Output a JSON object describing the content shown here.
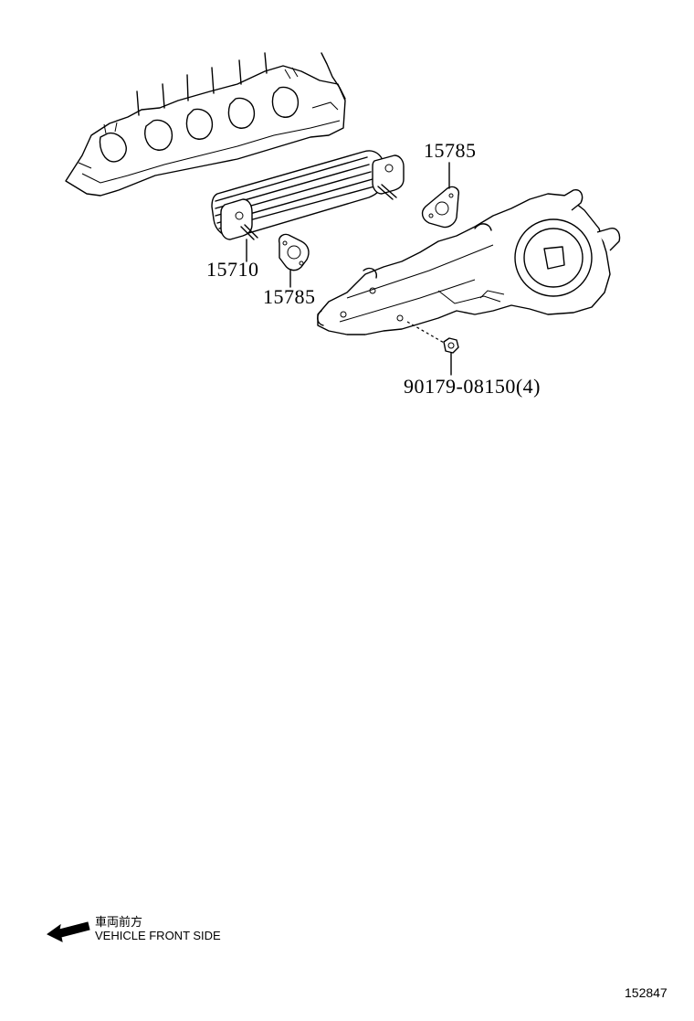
{
  "parts": [
    {
      "label": "15785"
    },
    {
      "label": "15710"
    },
    {
      "label": "15785"
    },
    {
      "label": "90179-08150(4)"
    }
  ],
  "legend": {
    "japanese_label": "車両前方",
    "english_label": "VEHICLE FRONT SIDE",
    "icon": "arrow-left-icon"
  },
  "reference_id": "152847"
}
